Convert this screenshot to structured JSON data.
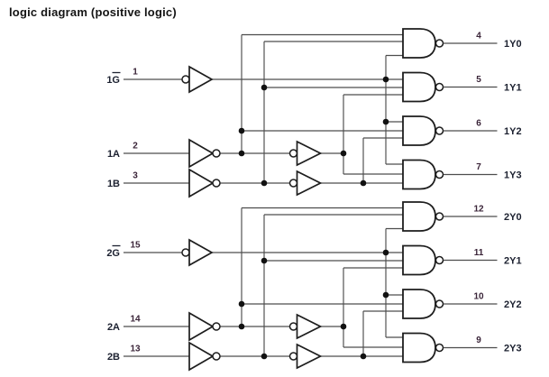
{
  "title": "logic diagram (positive logic)",
  "figure_type": "logic-diagram",
  "colors": {
    "background": "#ffffff",
    "wire": "#4d4d4d",
    "outline": "#1d1d1d",
    "label_text": "#1c2130",
    "pin_text": "#3a2438",
    "title_text": "#141414",
    "junction_dot": "#111111"
  },
  "blocks": [
    {
      "name": "decoder-1",
      "inputs": [
        {
          "label": "1G",
          "overline": true,
          "pin": "1",
          "net": "G1"
        },
        {
          "label": "1A",
          "overline": false,
          "pin": "2",
          "net": "A1"
        },
        {
          "label": "1B",
          "overline": false,
          "pin": "3",
          "net": "B1"
        }
      ],
      "outputs": [
        {
          "label": "1Y0",
          "pin": "4",
          "gate": "NAND",
          "gate_inputs": [
            "A̅1",
            "B̅1",
            "G1"
          ]
        },
        {
          "label": "1Y1",
          "pin": "5",
          "gate": "NAND",
          "gate_inputs": [
            "G1",
            "B̅1",
            "A1"
          ]
        },
        {
          "label": "1Y2",
          "pin": "6",
          "gate": "NAND",
          "gate_inputs": [
            "G1",
            "A̅1",
            "B1"
          ]
        },
        {
          "label": "1Y3",
          "pin": "7",
          "gate": "NAND",
          "gate_inputs": [
            "G1",
            "A1",
            "B1"
          ]
        }
      ]
    },
    {
      "name": "decoder-2",
      "inputs": [
        {
          "label": "2G",
          "overline": true,
          "pin": "15",
          "net": "G2"
        },
        {
          "label": "2A",
          "overline": false,
          "pin": "14",
          "net": "A2"
        },
        {
          "label": "2B",
          "overline": false,
          "pin": "13",
          "net": "B2"
        }
      ],
      "outputs": [
        {
          "label": "2Y0",
          "pin": "12",
          "gate": "NAND",
          "gate_inputs": [
            "A̅2",
            "B̅2",
            "G2"
          ]
        },
        {
          "label": "2Y1",
          "pin": "11",
          "gate": "NAND",
          "gate_inputs": [
            "G2",
            "B̅2",
            "A2"
          ]
        },
        {
          "label": "2Y2",
          "pin": "10",
          "gate": "NAND",
          "gate_inputs": [
            "G2",
            "A̅2",
            "B2"
          ]
        },
        {
          "label": "2Y3",
          "pin": "9",
          "gate": "NAND",
          "gate_inputs": [
            "G2",
            "A2",
            "B2"
          ]
        }
      ]
    }
  ]
}
